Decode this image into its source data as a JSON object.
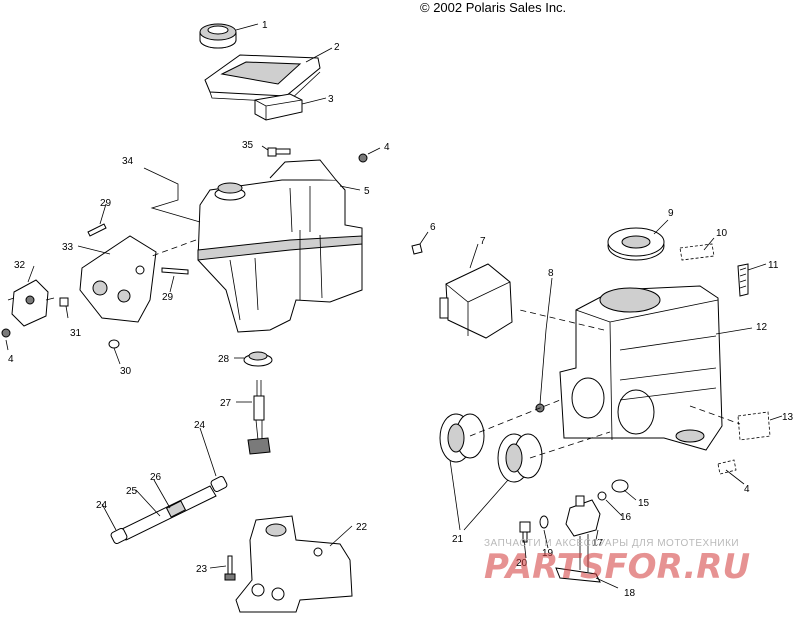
{
  "copyright": "© 2002 Polaris Sales Inc.",
  "watermark": {
    "tagline": "ЗАПЧАСТИ И АКСЕССУАРЫ ДЛЯ МОТОТЕХНИКИ",
    "brand": "PARTSFOR.RU"
  },
  "callouts": {
    "c1": "1",
    "c2": "2",
    "c3": "3",
    "c4a": "4",
    "c4b": "4",
    "c4c": "4",
    "c5": "5",
    "c6": "6",
    "c7": "7",
    "c8": "8",
    "c9": "9",
    "c10": "10",
    "c11": "11",
    "c12": "12",
    "c13": "13",
    "c15": "15",
    "c16": "16",
    "c17": "17",
    "c18": "18",
    "c19": "19",
    "c20": "20",
    "c21": "21",
    "c22": "22",
    "c23": "23",
    "c24a": "24",
    "c24b": "24",
    "c25": "25",
    "c26": "26",
    "c27": "27",
    "c28": "28",
    "c29a": "29",
    "c29b": "29",
    "c30": "30",
    "c31": "31",
    "c32": "32",
    "c33": "33",
    "c34": "34",
    "c35": "35"
  }
}
